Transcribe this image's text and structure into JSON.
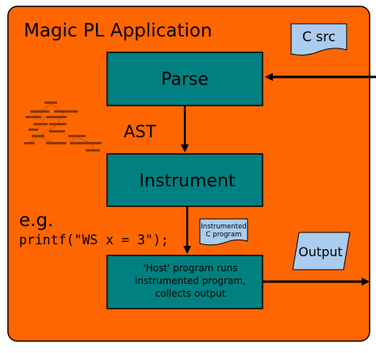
{
  "title": "Magic PL Application",
  "c_src": "C src",
  "nodes": {
    "parse": "Parse",
    "instrument": "Instrument",
    "host": [
      "'Host' program runs",
      "instrumented program,",
      "collects output"
    ]
  },
  "ast_label": "AST",
  "instrumented_c": [
    "Instrumented",
    "C program"
  ],
  "output": "Output",
  "example": {
    "eg": "e.g.",
    "code": "printf(\"WS x = 3\");"
  },
  "colors": {
    "background": "#ff6600",
    "box_fill": "#008080",
    "document_fill": "#aaccee",
    "border": "#000000"
  }
}
